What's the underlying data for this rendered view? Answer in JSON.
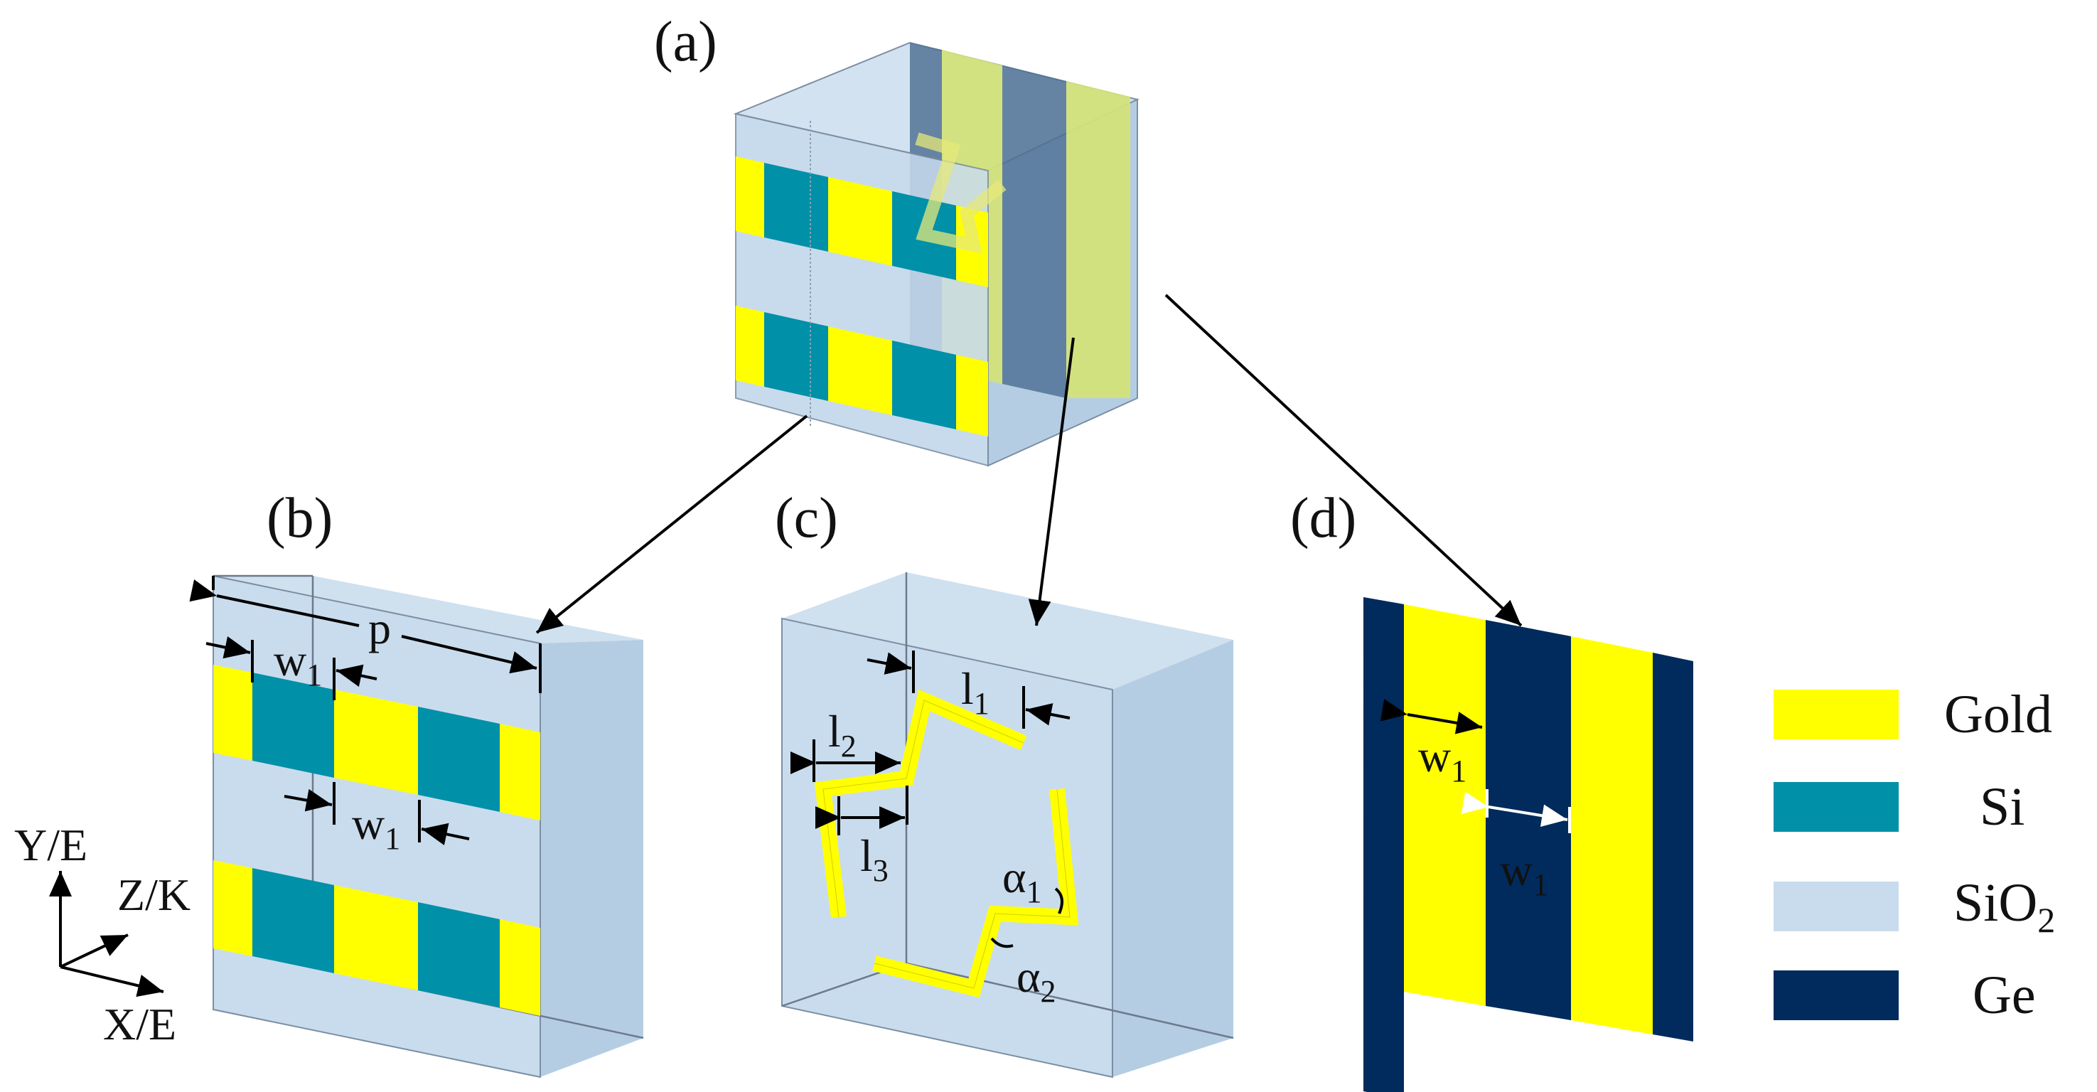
{
  "colors": {
    "gold": "#ffff00",
    "si": "#0090a8",
    "sio2": "#c9dced",
    "ge": "#002b5c"
  },
  "panels": {
    "a": "(a)",
    "b": "(b)",
    "c": "(c)",
    "d": "(d)"
  },
  "labels": {
    "p": "p",
    "w": "w",
    "sub1": "1",
    "sub2": "2",
    "sub3": "3",
    "l": "l",
    "alpha": "α"
  },
  "axes": {
    "y": "Y/E",
    "z": "Z/K",
    "x": "X/E"
  },
  "legend": [
    {
      "label": "Gold",
      "color_key": "gold"
    },
    {
      "label": "Si",
      "color_key": "si"
    },
    {
      "label": "SiO",
      "sub": "2",
      "color_key": "sio2"
    },
    {
      "label": "Ge",
      "color_key": "ge"
    }
  ]
}
